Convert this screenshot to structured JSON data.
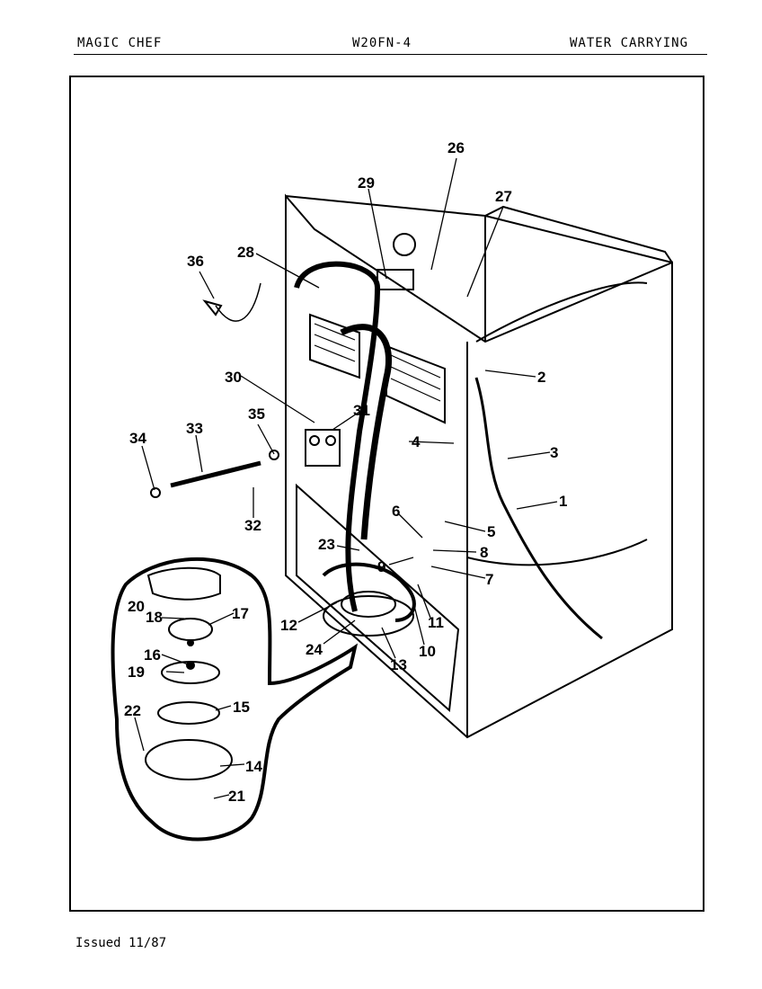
{
  "header": {
    "brand": "MAGIC CHEF",
    "model": "W20FN-4",
    "section": "WATER CARRYING"
  },
  "footer": {
    "issued": "Issued 11/87"
  },
  "callouts": [
    "1",
    "2",
    "3",
    "4",
    "5",
    "6",
    "7",
    "8",
    "9",
    "10",
    "11",
    "12",
    "13",
    "14",
    "15",
    "16",
    "17",
    "18",
    "19",
    "20",
    "21",
    "22",
    "23",
    "24",
    "26",
    "27",
    "28",
    "29",
    "30",
    "31",
    "32",
    "33",
    "34",
    "35",
    "36"
  ]
}
